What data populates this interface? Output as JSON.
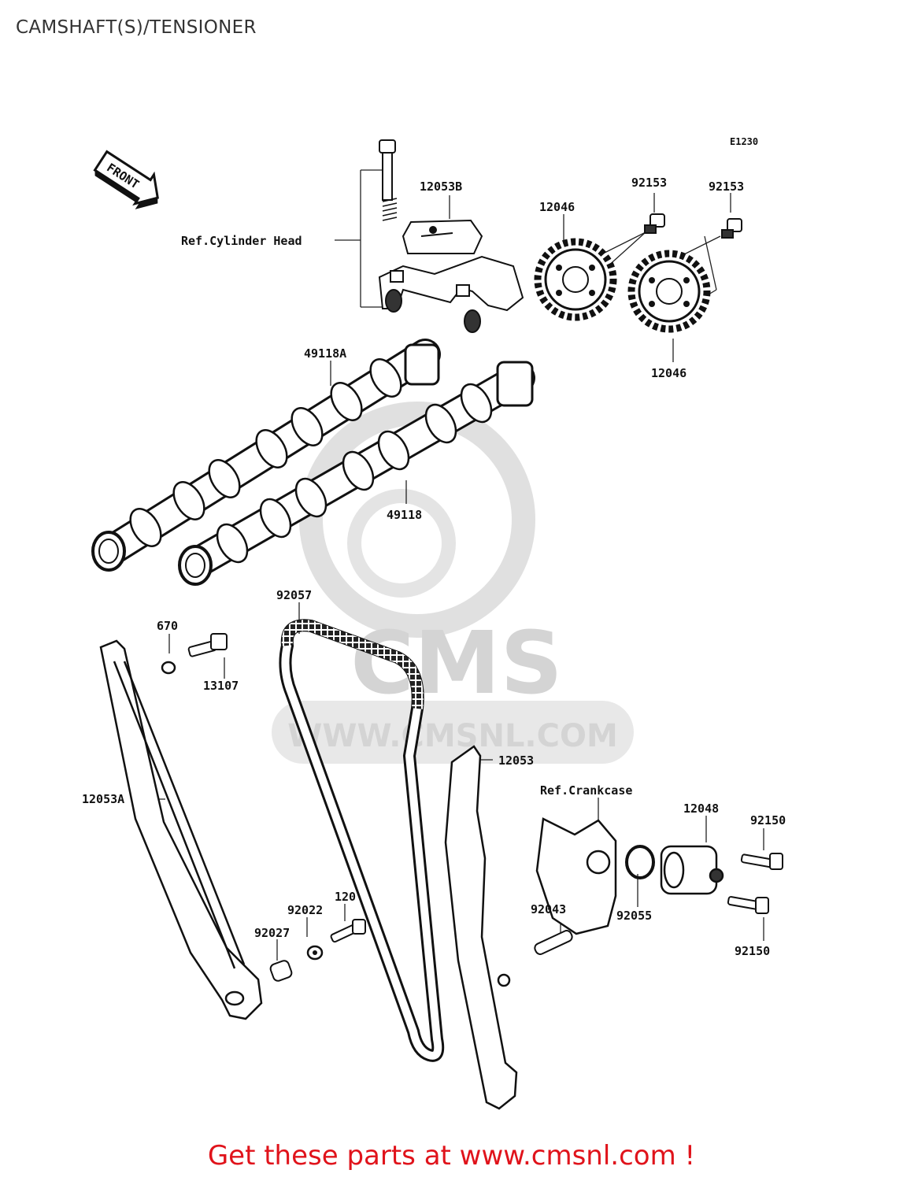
{
  "title": "CAMSHAFT(S)/TENSIONER",
  "diagram_code": "E1230",
  "front_label": "FRONT",
  "watermark": {
    "logo": "CMS",
    "url": "WWW.CMSNL.COM"
  },
  "labels": {
    "p12053B": "12053B",
    "ref_cylinder_head": "Ref.Cylinder Head",
    "p12046_top": "12046",
    "p92153_a": "92153",
    "p92153_b": "92153",
    "p12046_bottom": "12046",
    "p49118A": "49118A",
    "p49118": "49118",
    "p92057": "92057",
    "p670": "670",
    "p13107": "13107",
    "p12053": "12053",
    "p12053A": "12053A",
    "ref_crankcase": "Ref.Crankcase",
    "p12048": "12048",
    "p92150_top": "92150",
    "p92055": "92055",
    "p92150_bottom": "92150",
    "p92043": "92043",
    "p120": "120",
    "p92022": "92022",
    "p92027": "92027"
  },
  "footer": {
    "text": "Get these parts at www.cmsnl.com !"
  }
}
